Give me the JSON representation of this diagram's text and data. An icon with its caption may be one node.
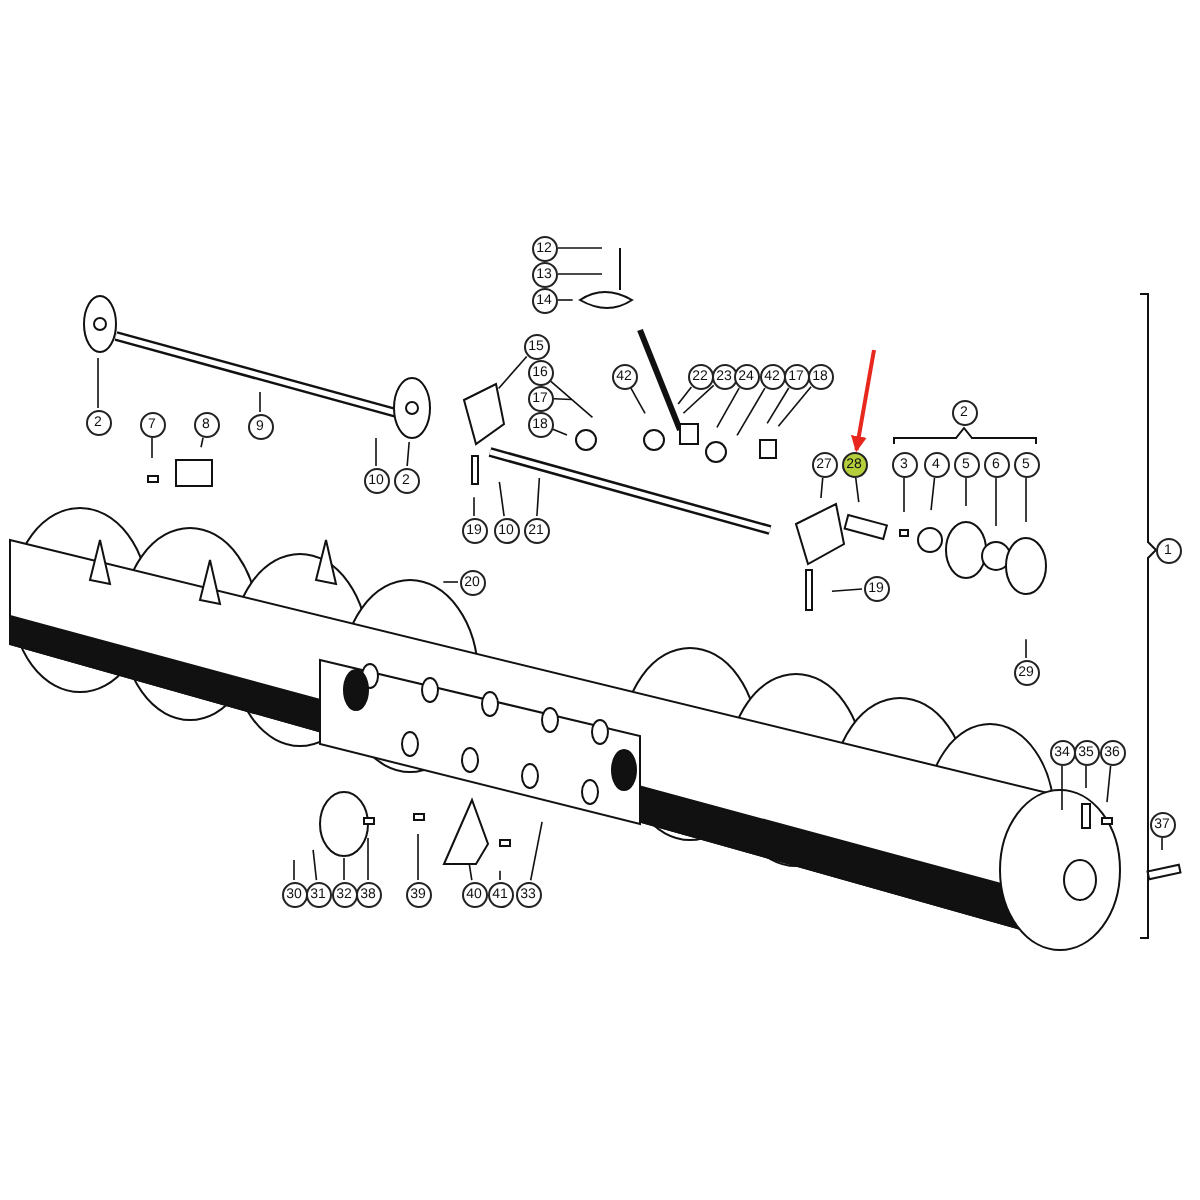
{
  "diagram": {
    "nodes": [
      {
        "text": [
          "12"
        ]
      },
      {
        "text": [
          "13"
        ]
      },
      {
        "text": [
          "14"
        ]
      },
      {
        "text": [
          "15"
        ]
      },
      {
        "text": [
          "16"
        ]
      },
      {
        "text": [
          "17"
        ]
      },
      {
        "text": [
          "18"
        ]
      },
      {
        "text": [
          "42"
        ]
      },
      {
        "text": [
          "22"
        ]
      },
      {
        "text": [
          "23"
        ]
      },
      {
        "text": [
          "24"
        ]
      },
      {
        "text": [
          "42"
        ]
      },
      {
        "text": [
          "17"
        ]
      },
      {
        "text": [
          "18"
        ]
      },
      {
        "text": [
          "2"
        ]
      },
      {
        "text": [
          "7"
        ]
      },
      {
        "text": [
          "8"
        ]
      },
      {
        "text": [
          "9"
        ]
      },
      {
        "text": [
          "2"
        ]
      },
      {
        "text": [
          "27"
        ]
      },
      {
        "text": [
          "28"
        ]
      },
      {
        "text": [
          "3"
        ]
      },
      {
        "text": [
          "4"
        ]
      },
      {
        "text": [
          "5"
        ]
      },
      {
        "text": [
          "6"
        ]
      },
      {
        "text": [
          "5"
        ]
      },
      {
        "text": [
          "10"
        ]
      },
      {
        "text": [
          "2"
        ]
      },
      {
        "text": [
          "19"
        ]
      },
      {
        "text": [
          "10"
        ]
      },
      {
        "text": [
          "21"
        ]
      },
      {
        "text": [
          "1"
        ]
      },
      {
        "text": [
          "20"
        ]
      },
      {
        "text": [
          "19"
        ]
      },
      {
        "text": [
          "29"
        ]
      },
      {
        "text": [
          "34"
        ]
      },
      {
        "text": [
          "35"
        ]
      },
      {
        "text": [
          "36"
        ]
      },
      {
        "text": [
          "37"
        ]
      },
      {
        "text": [
          "30"
        ]
      },
      {
        "text": [
          "31"
        ]
      },
      {
        "text": [
          "32"
        ]
      },
      {
        "text": [
          "38"
        ]
      },
      {
        "text": [
          "39"
        ]
      },
      {
        "text": [
          "40"
        ]
      },
      {
        "text": [
          "41"
        ]
      },
      {
        "text": [
          "33"
        ]
      }
    ],
    "edges": [
      {
        "from": 0,
        "to": null,
        "arrow": "none"
      },
      {
        "from": 1,
        "to": null,
        "arrow": "none"
      },
      {
        "from": 2,
        "to": null,
        "arrow": "none"
      },
      {
        "from": 3,
        "to": null,
        "arrow": "none"
      },
      {
        "from": 4,
        "to": null,
        "arrow": "none"
      },
      {
        "from": 5,
        "to": null,
        "arrow": "none"
      },
      {
        "from": 6,
        "to": null,
        "arrow": "none"
      },
      {
        "from": 7,
        "to": null,
        "arrow": "none"
      },
      {
        "from": 8,
        "to": null,
        "arrow": "none"
      },
      {
        "from": 9,
        "to": null,
        "arrow": "none"
      },
      {
        "from": 10,
        "to": null,
        "arrow": "none"
      },
      {
        "from": 11,
        "to": null,
        "arrow": "none"
      },
      {
        "from": 12,
        "to": null,
        "arrow": "none"
      },
      {
        "from": 13,
        "to": null,
        "arrow": "none"
      },
      {
        "from": 14,
        "to": null,
        "arrow": "none"
      },
      {
        "from": 15,
        "to": null,
        "arrow": "none"
      },
      {
        "from": 16,
        "to": null,
        "arrow": "none"
      },
      {
        "from": 17,
        "to": null,
        "arrow": "none"
      },
      {
        "from": 19,
        "to": null,
        "arrow": "none"
      },
      {
        "from": 20,
        "to": null,
        "arrow": "none"
      },
      {
        "from": 21,
        "to": null,
        "arrow": "none"
      },
      {
        "from": 22,
        "to": null,
        "arrow": "none"
      },
      {
        "from": 23,
        "to": null,
        "arrow": "none"
      },
      {
        "from": 24,
        "to": null,
        "arrow": "none"
      },
      {
        "from": 25,
        "to": null,
        "arrow": "none"
      },
      {
        "from": 26,
        "to": null,
        "arrow": "none"
      },
      {
        "from": 27,
        "to": null,
        "arrow": "none"
      },
      {
        "from": 28,
        "to": null,
        "arrow": "none"
      },
      {
        "from": 29,
        "to": null,
        "arrow": "none"
      },
      {
        "from": 30,
        "to": null,
        "arrow": "none"
      },
      {
        "from": 32,
        "to": null,
        "arrow": "none"
      },
      {
        "from": 33,
        "to": null,
        "arrow": "none"
      },
      {
        "from": 34,
        "to": null,
        "arrow": "none"
      },
      {
        "from": 35,
        "to": null,
        "arrow": "none"
      },
      {
        "from": 36,
        "to": null,
        "arrow": "none"
      },
      {
        "from": 37,
        "to": null,
        "arrow": "none"
      },
      {
        "from": 38,
        "to": null,
        "arrow": "none"
      },
      {
        "from": 39,
        "to": null,
        "arrow": "none"
      },
      {
        "from": 40,
        "to": null,
        "arrow": "none"
      },
      {
        "from": 41,
        "to": null,
        "arrow": "none"
      },
      {
        "from": 42,
        "to": null,
        "arrow": "none"
      },
      {
        "from": 43,
        "to": null,
        "arrow": "none"
      },
      {
        "from": 44,
        "to": null,
        "arrow": "none"
      },
      {
        "from": 45,
        "to": null,
        "arrow": "none"
      },
      {
        "from": 46,
        "to": null,
        "arrow": "none"
      },
      {
        "from": null,
        "to": 20,
        "arrow": "to",
        "color": "#e8281e"
      }
    ]
  }
}
